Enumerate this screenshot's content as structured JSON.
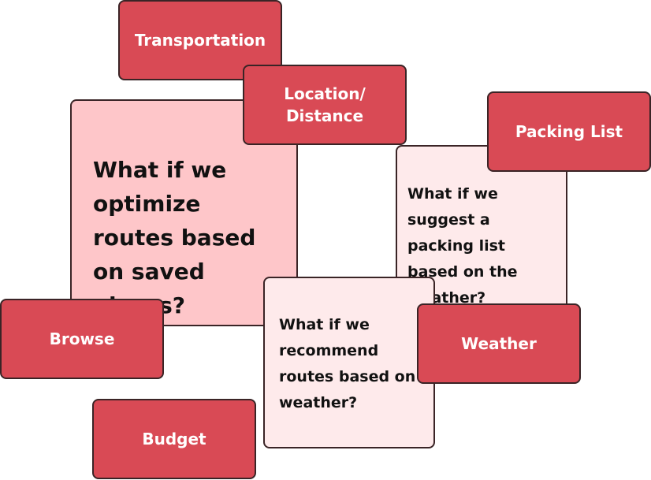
{
  "colors": {
    "tag_fill": "#d94a55",
    "big_note_fill": "#fec6c9",
    "small_note_fill": "#feeaeb",
    "border": "#3a2426"
  },
  "notes": {
    "optimize_routes": "What if we optimize routes based on saved places?",
    "packing_list": "What if we suggest a packing list based on the weather?",
    "recommend_routes": "What if we recommend routes based on weather?"
  },
  "tags": {
    "transportation": "Transportation",
    "location_line1": "Location/",
    "location_line2": "Distance",
    "packing_list": "Packing List",
    "browse": "Browse",
    "weather": "Weather",
    "budget": "Budget"
  }
}
